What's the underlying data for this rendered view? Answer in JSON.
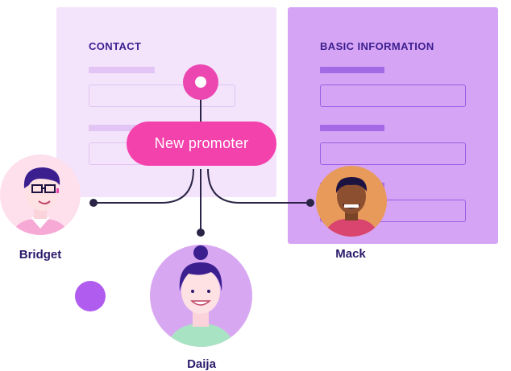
{
  "cards": {
    "contact": {
      "title": "CONTACT"
    },
    "basic": {
      "title": "BASIC INFORMATION"
    }
  },
  "promoter": {
    "label": "New promoter"
  },
  "people": {
    "bridget": {
      "name": "Bridget"
    },
    "mack": {
      "name": "Mack"
    },
    "daija": {
      "name": "Daija"
    }
  },
  "colors": {
    "contact_card": "#f3e3fb",
    "basic_card": "#d6a4f4",
    "pill": "#f442ad",
    "heading": "#3b1f8f",
    "name": "#2b1a6b",
    "accent_dot": "#b05cef"
  },
  "icons": [
    "connector-pin-icon",
    "avatar-bridget",
    "avatar-mack",
    "avatar-daija",
    "decorative-dot"
  ]
}
